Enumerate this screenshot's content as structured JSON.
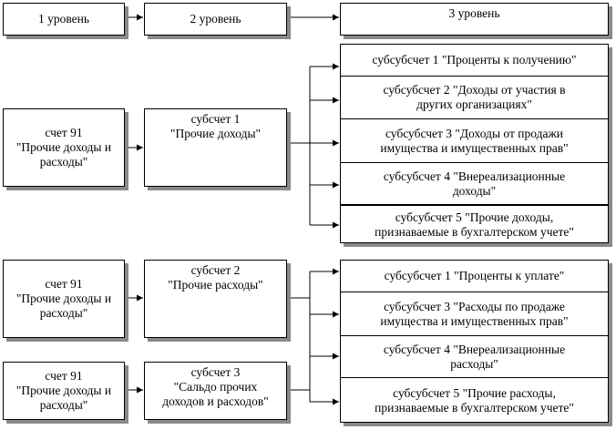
{
  "levels": {
    "l1": "1 уровень",
    "l2": "2 уровень",
    "l3": "3 уровень"
  },
  "groups": [
    {
      "account": "счет 91\n\"Прочие доходы и\nрасходы\"",
      "sub": "субсчет 1\n\"Прочие доходы\"",
      "items": [
        "субсубсчет 1 \"Проценты к получению\"",
        "субсубсчет 2 \"Доходы от участия в\nдругих организациях\"",
        "субсубсчет 3 \"Доходы от продажи\nимущества и имущественных прав\"",
        "субсубсчет 4 \"Внереализационные\nдоходы\"",
        "субсубсчет 5 \"Прочие доходы,\nпризнаваемые в бухгалтерском учете\""
      ]
    },
    {
      "account": "счет 91\n\"Прочие доходы и\nрасходы\"",
      "sub": "субсчет 2\n\"Прочие расходы\"",
      "items": [
        "субсубсчет 1 \"Проценты к уплате\"",
        "субсубсчет 3 \"Расходы по продаже\nимущества и имущественных прав\"",
        "субсубсчет 4 \"Внереализационные\nрасходы\"",
        "субсубсчет 5 \"Прочие расходы,\nпризнаваемые в бухгалтерском учете\""
      ]
    },
    {
      "account": "счет 91\n\"Прочие доходы и\nрасходы\"",
      "sub": "субсчет 3\n\"Сальдо прочих\nдоходов и расходов\""
    }
  ]
}
